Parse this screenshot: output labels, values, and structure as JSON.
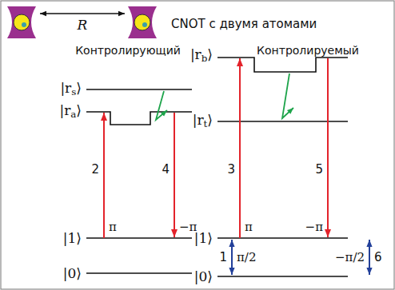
{
  "diagram": {
    "title": "CNOT с двумя атомами",
    "labels": [
      "R",
      "Контролирующий",
      "Контролируемый",
      "|rs⟩",
      "|ra⟩",
      "|1⟩",
      "|0⟩",
      "2",
      "π",
      "4",
      "−π",
      "|rb⟩",
      "|rt⟩",
      "|1⟩",
      "|0⟩",
      "3",
      "π",
      "5",
      "−π",
      "1",
      "π/2",
      "−π/2",
      "6"
    ]
  }
}
